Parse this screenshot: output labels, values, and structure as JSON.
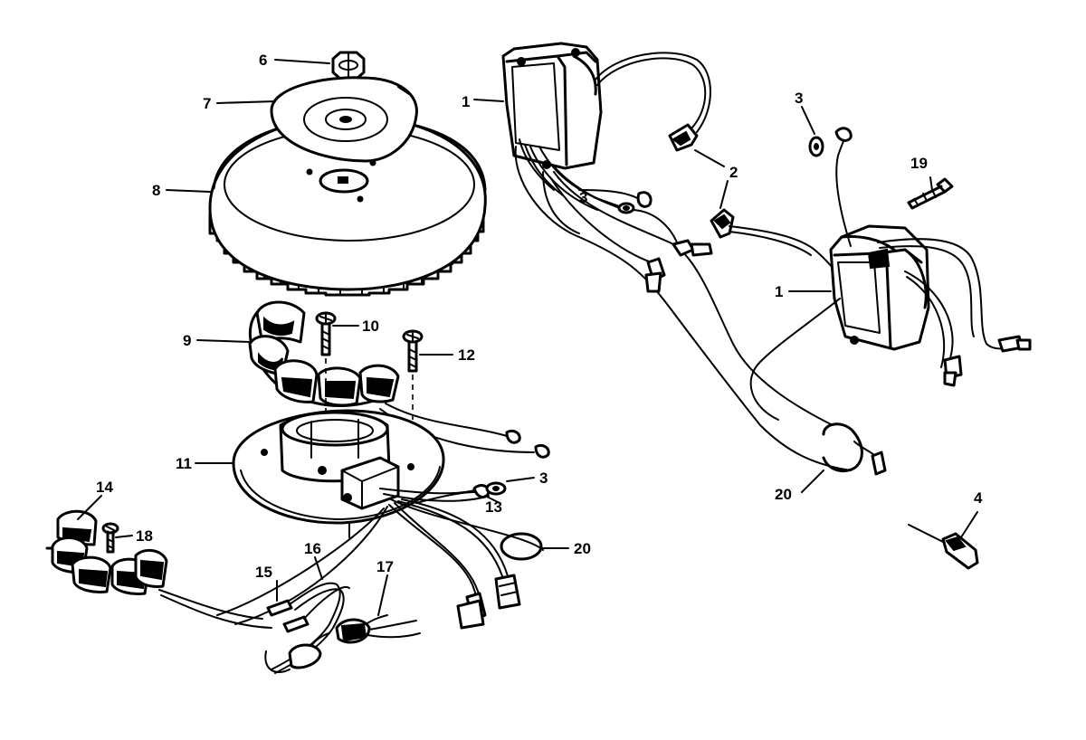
{
  "callouts": [
    {
      "id": "c6a",
      "text": "6"
    },
    {
      "id": "c7a",
      "text": "7"
    },
    {
      "id": "c8a",
      "text": "8"
    },
    {
      "id": "c9a",
      "text": "9"
    },
    {
      "id": "c10a",
      "text": "10"
    },
    {
      "id": "c12a",
      "text": "12"
    },
    {
      "id": "c11a",
      "text": "11"
    },
    {
      "id": "c14a",
      "text": "14"
    },
    {
      "id": "c18a",
      "text": "18"
    },
    {
      "id": "c15a",
      "text": "15"
    },
    {
      "id": "c16a",
      "text": "16"
    },
    {
      "id": "c17a",
      "text": "17"
    },
    {
      "id": "c13a",
      "text": "13"
    },
    {
      "id": "c3a",
      "text": "3"
    },
    {
      "id": "c20a",
      "text": "20"
    },
    {
      "id": "c1a",
      "text": "1"
    },
    {
      "id": "c2a",
      "text": "2"
    },
    {
      "id": "c3b",
      "text": "3"
    },
    {
      "id": "c3c",
      "text": "3"
    },
    {
      "id": "c19a",
      "text": "19"
    },
    {
      "id": "c1b",
      "text": "1"
    },
    {
      "id": "c20b",
      "text": "20"
    },
    {
      "id": "c4a",
      "text": "4"
    }
  ]
}
